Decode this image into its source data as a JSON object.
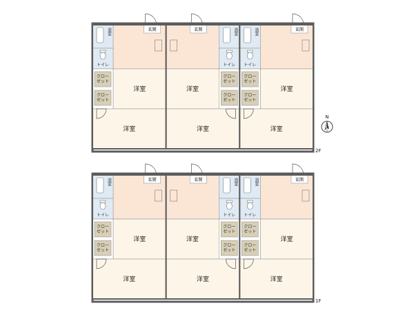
{
  "labels": {
    "entrance": "玄関",
    "bath": "浴室",
    "toilet": "トイレ",
    "closet": "クローゼット",
    "western_room": "洋室"
  },
  "floors": [
    {
      "label": "2F"
    },
    {
      "label": "1F"
    }
  ],
  "compass": {
    "label": "N",
    "icon": "compass-icon"
  },
  "colors": {
    "wall": "#5b5b5b",
    "ldk": "#fbe6d6",
    "room": "#fdf6e8",
    "wet": "#dfeaf4",
    "closet": "#d8cfb6",
    "hall": "#ffffff"
  }
}
